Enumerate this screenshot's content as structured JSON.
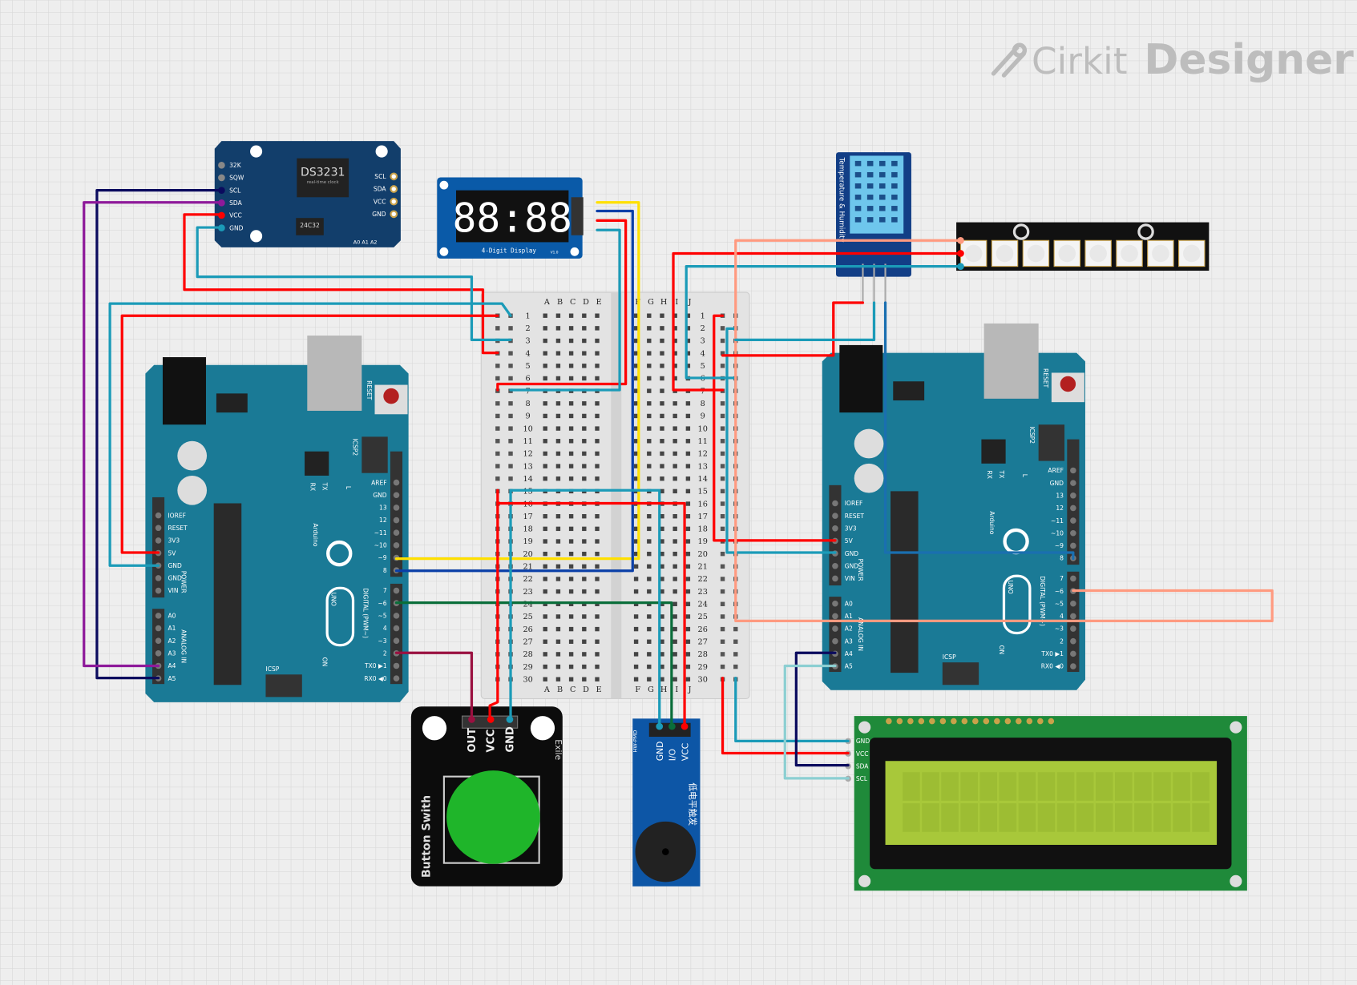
{
  "app": {
    "logo_text_1": "Cirkit",
    "logo_text_2": "Designer"
  },
  "rtc": {
    "chip": "DS3231",
    "chip_sub": "real-time clock",
    "eeprom": "24C32",
    "pins_left": [
      "32K",
      "SQW",
      "SCL",
      "SDA",
      "VCC",
      "GND"
    ],
    "pins_right": [
      "SCL",
      "SDA",
      "VCC",
      "GND"
    ],
    "addr": "A0 A1 A2"
  },
  "display": {
    "digits": "88:88",
    "label": "4-Digit Display",
    "version": "V1.0"
  },
  "dht": {
    "label": "Temperature & Humidity"
  },
  "neopixel": {
    "count": 8
  },
  "breadboard": {
    "rows": [
      "1",
      "2",
      "3",
      "4",
      "5",
      "6",
      "7",
      "8",
      "9",
      "10",
      "11",
      "12",
      "13",
      "14",
      "15",
      "16",
      "17",
      "18",
      "19",
      "20",
      "21",
      "22",
      "23",
      "24",
      "25",
      "26",
      "27",
      "28",
      "29",
      "30"
    ],
    "cols_left": [
      "A",
      "B",
      "C",
      "D",
      "E"
    ],
    "cols_right": [
      "F",
      "G",
      "H",
      "I",
      "J"
    ]
  },
  "arduino": {
    "brand": "Arduino",
    "model": "UNO",
    "reset": "RESET",
    "icsp": "ICSP",
    "icsp2": "ICSP2",
    "tx": "TX",
    "rx": "RX",
    "l": "L",
    "on": "ON",
    "power": "POWER",
    "analog": "ANALOG IN",
    "digital": "DIGITAL (PWM~)",
    "power_pins": [
      "IOREF",
      "RESET",
      "3V3",
      "5V",
      "GND",
      "GND",
      "VIN"
    ],
    "analog_pins": [
      "A0",
      "A1",
      "A2",
      "A3",
      "A4",
      "A5"
    ],
    "digital_top": [
      "AREF",
      "GND",
      "13",
      "12",
      "~11",
      "~10",
      "~9",
      "8"
    ],
    "digital_bottom": [
      "7",
      "~6",
      "~5",
      "4",
      "~3",
      "2",
      "TX0 ▶1",
      "RX0 ◀0"
    ]
  },
  "button": {
    "pins": [
      "OUT",
      "VCC",
      "GND"
    ],
    "label": "Button Swith",
    "brand": "Exile"
  },
  "buzzer": {
    "pins": [
      "GND",
      "I/O",
      "VCC"
    ],
    "label": "低电平触发",
    "brand": "HW-PMD"
  },
  "lcd": {
    "pins": [
      "GND",
      "VCC",
      "SDA",
      "SCL"
    ],
    "backlight_color": "#a8c83a"
  },
  "colors": {
    "arduino": "#1a7a96",
    "pcb_blue": "#123e6b",
    "red": "#ff0000",
    "teal": "#1b9bb8",
    "navy": "#0b0b5e",
    "purple": "#8e1a9a",
    "yellow": "#ffe000",
    "blue": "#0a3fa8",
    "green": "#0a6e3a",
    "maroon": "#9a1040",
    "salmon": "#ff9a80"
  }
}
